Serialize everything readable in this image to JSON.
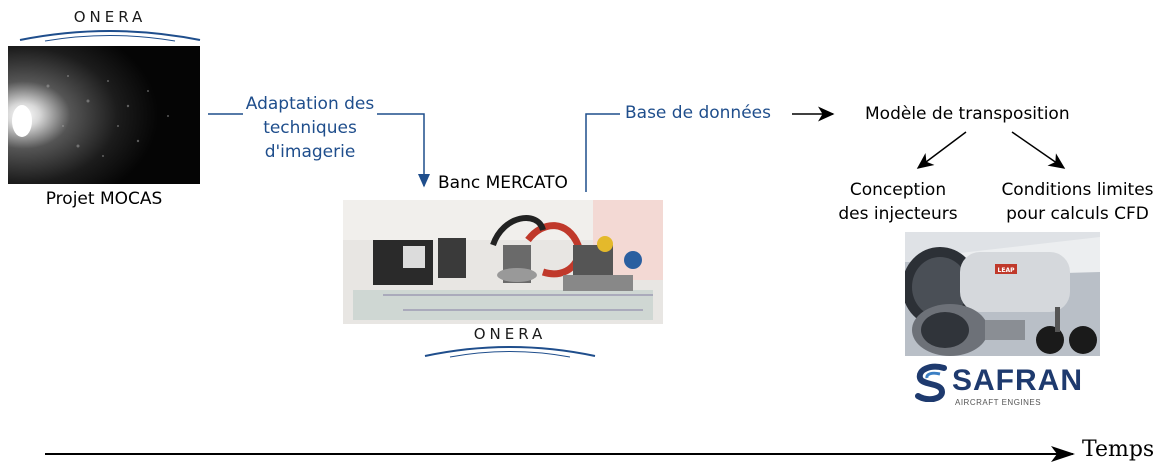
{
  "logos": {
    "onera_top": "ONERA",
    "onera_bottom": "ONERA",
    "safran_name": "SAFRAN",
    "safran_sub": "AIRCRAFT ENGINES",
    "leap_badge": "LEAP"
  },
  "nodes": {
    "mocas": "Projet MOCAS",
    "mercato": "Banc MERCATO",
    "model": "Modèle de transposition",
    "conception_line1": "Conception",
    "conception_line2": "des injecteurs",
    "conditions_line1": "Conditions limites",
    "conditions_line2": "pour calculs CFD"
  },
  "edges": {
    "adaptation_line1": "Adaptation des",
    "adaptation_line2": "techniques",
    "adaptation_line3": "d'imagerie",
    "database": "Base de données"
  },
  "timeline": {
    "label": "Temps"
  },
  "colors": {
    "edge_blue": "#1f4e8c",
    "onera_arc": "#1f4e8c",
    "safran_blue": "#1e3a6e"
  }
}
